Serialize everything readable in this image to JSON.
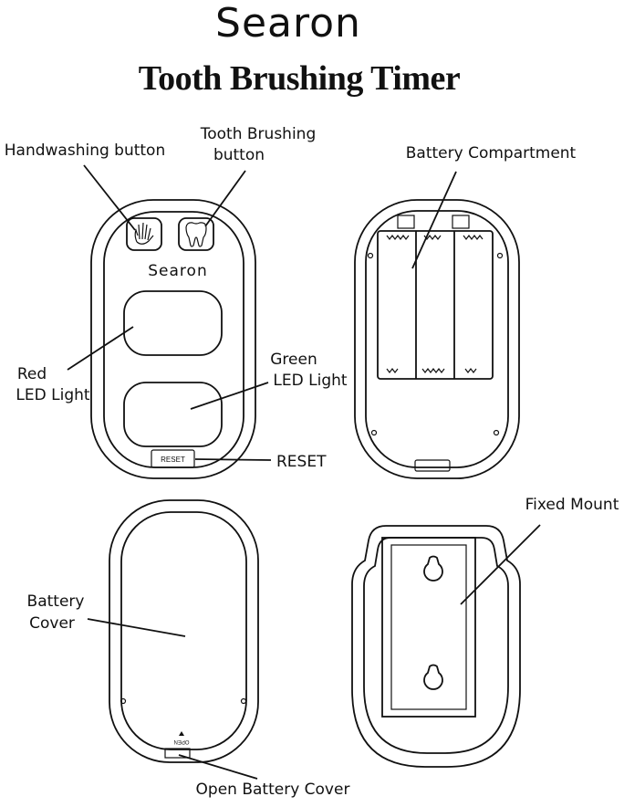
{
  "header": {
    "brand": "Searon",
    "title": "Tooth Brushing Timer"
  },
  "front": {
    "device_logo": "Searon",
    "reset_button_text": "RESET",
    "labels": {
      "handwashing_button": "Handwashing button",
      "tooth_brushing_button_line1": "Tooth Brushing",
      "tooth_brushing_button_line2": "button",
      "red_led_line1": "Red",
      "red_led_line2": "LED Light",
      "green_led_line1": "Green",
      "green_led_line2": "LED Light",
      "reset": "RESET"
    },
    "icons": [
      "hand-icon",
      "tooth-icon"
    ]
  },
  "back": {
    "labels": {
      "battery_compartment": "Battery Compartment"
    }
  },
  "cover": {
    "open_mark": "OPEN",
    "labels": {
      "battery_cover_line1": "Battery",
      "battery_cover_line2": "Cover",
      "open_battery_cover": "Open Battery Cover"
    }
  },
  "mount": {
    "labels": {
      "fixed_mount": "Fixed Mount"
    }
  }
}
